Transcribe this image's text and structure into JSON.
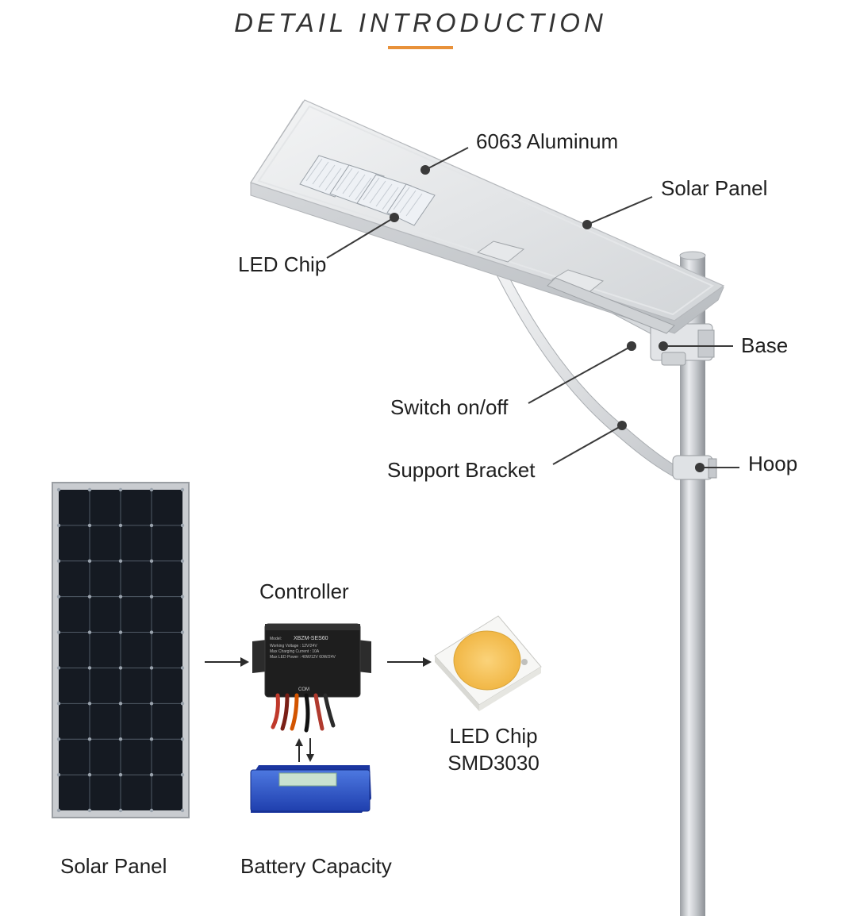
{
  "header": {
    "title": "DETAIL INTRODUCTION",
    "accent_color": "#e8913a"
  },
  "lamp_callouts": {
    "aluminum": "6063 Aluminum",
    "solar_panel": "Solar Panel",
    "led_chip": "LED Chip",
    "base": "Base",
    "switch": "Switch on/off",
    "support_bracket": "Support Bracket",
    "hoop": "Hoop"
  },
  "system_diagram": {
    "panel_label": "Solar Panel",
    "controller_label": "Controller",
    "controller_text": {
      "model": "XBZM-SES60",
      "lines": [
        "Model:",
        "Working Voltage : 12V/24V",
        "Max Charging Current : 10A",
        "Max LED Power : 40W/12V  60W/24V"
      ],
      "com": "COM"
    },
    "led_label_line1": "LED Chip",
    "led_label_line2": "SMD3030",
    "battery_label": "Battery Capacity"
  }
}
